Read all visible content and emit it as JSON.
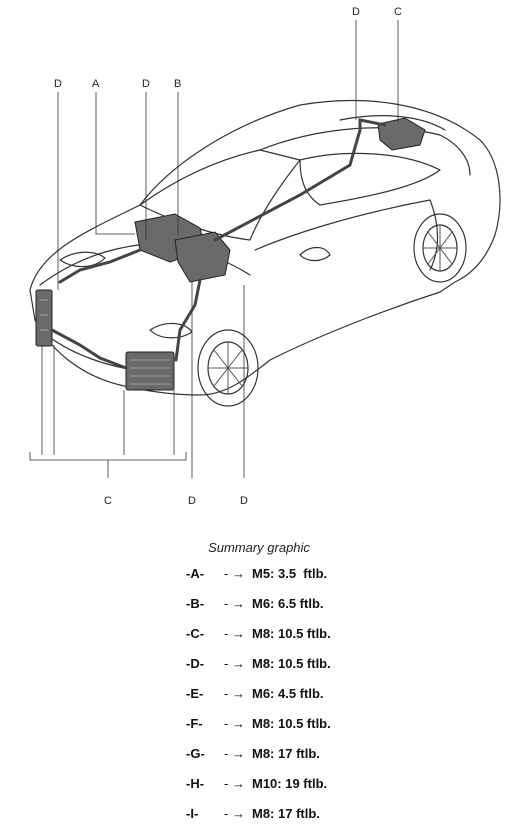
{
  "callouts": {
    "top_d1": "D",
    "top_a": "A",
    "top_d2": "D",
    "top_b": "B",
    "top_d3": "D",
    "top_c": "C",
    "bottom_c": "C",
    "bottom_d1": "D",
    "bottom_d2": "D"
  },
  "caption": "Summary graphic",
  "legend": [
    {
      "key": "-A-",
      "arrow": "- →",
      "spec": "M5: 3.5  ftlb."
    },
    {
      "key": "-B-",
      "arrow": "- →",
      "spec": "M6: 6.5 ftlb."
    },
    {
      "key": "-C-",
      "arrow": "- →",
      "spec": "M8: 10.5 ftlb."
    },
    {
      "key": "-D-",
      "arrow": "- →",
      "spec": "M8: 10.5 ftlb."
    },
    {
      "key": "-E-",
      "arrow": "- →",
      "spec": "M6: 4.5 ftlb."
    },
    {
      "key": "-F-",
      "arrow": "- →",
      "spec": "M8: 10.5 ftlb."
    },
    {
      "key": "-G-",
      "arrow": "- →",
      "spec": "M8: 17 ftlb."
    },
    {
      "key": "-H-",
      "arrow": "- →",
      "spec": "M10: 19 ftlb."
    },
    {
      "key": "-I-",
      "arrow": "- →",
      "spec": "M8: 17 ftlb."
    }
  ]
}
